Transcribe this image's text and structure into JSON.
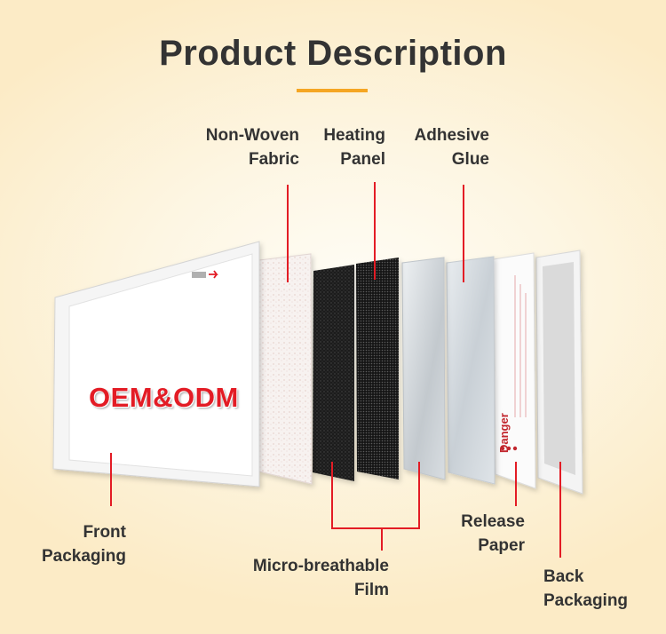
{
  "title": "Product Description",
  "colors": {
    "accent": "#f5a623",
    "leader_line": "#e31c25",
    "text": "#333333"
  },
  "front_brand_text": "OEM&ODM",
  "warning_text": "Danger",
  "labels": {
    "non_woven": [
      "Non-Woven",
      "Fabric"
    ],
    "heating_panel": [
      "Heating",
      "Panel"
    ],
    "adhesive_glue": [
      "Adhesive",
      "Glue"
    ],
    "front_packaging": [
      "Front",
      "Packaging"
    ],
    "micro_breathable": [
      "Micro-breathable",
      "Film"
    ],
    "release_paper": [
      "Release",
      "Paper"
    ],
    "back_packaging": [
      "Back",
      "Packaging"
    ]
  }
}
